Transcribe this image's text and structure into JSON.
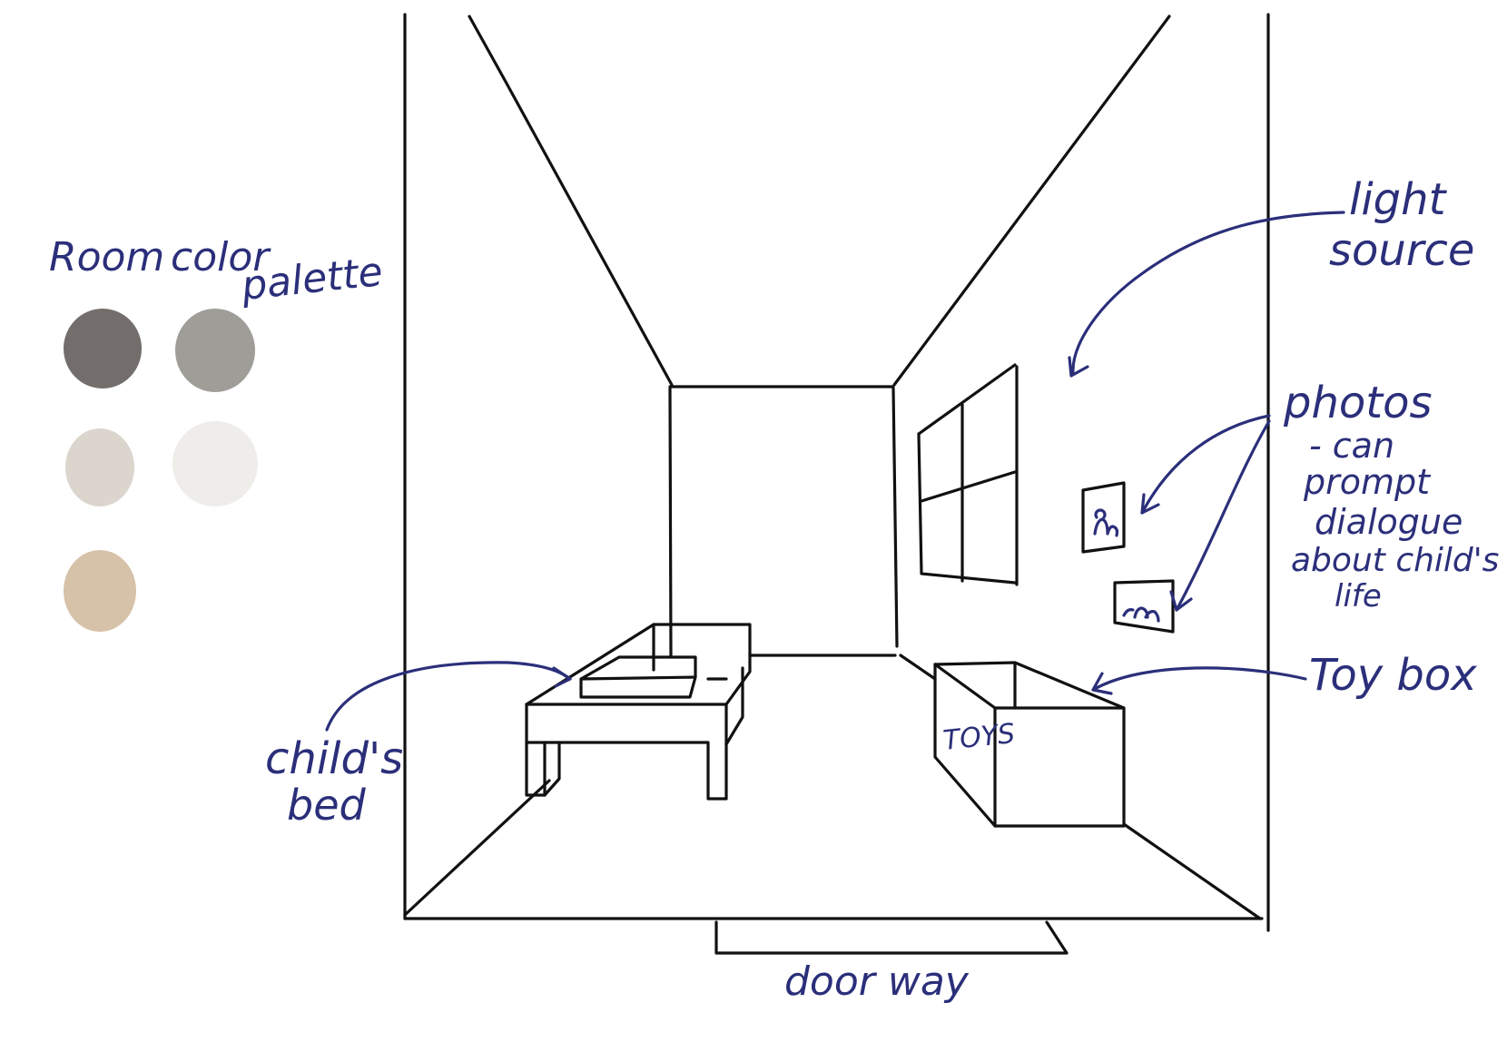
{
  "palette": {
    "title_word_1": "Room",
    "title_word_2": "color",
    "title_word_3": "palette",
    "swatches": [
      {
        "name": "dark-gray",
        "color": "#736e6b"
      },
      {
        "name": "mid-gray",
        "color": "#9f9d98"
      },
      {
        "name": "light-greige",
        "color": "#dcd5cd"
      },
      {
        "name": "off-white",
        "color": "#eeedea"
      },
      {
        "name": "beige",
        "color": "#d6c2a8"
      }
    ]
  },
  "annotations": {
    "light_1": "light",
    "light_2": "source",
    "photos_1": "photos",
    "photos_2": "- can",
    "photos_3": "prompt",
    "photos_4": "dialogue",
    "photos_5": "about child's",
    "photos_6": "life",
    "toybox": "Toy box",
    "bed_1": "child's",
    "bed_2": "bed",
    "doorway": "door way",
    "toys_box_text": "TOYS"
  },
  "colors": {
    "ink": "#2b2f7a",
    "line": "#111111"
  }
}
